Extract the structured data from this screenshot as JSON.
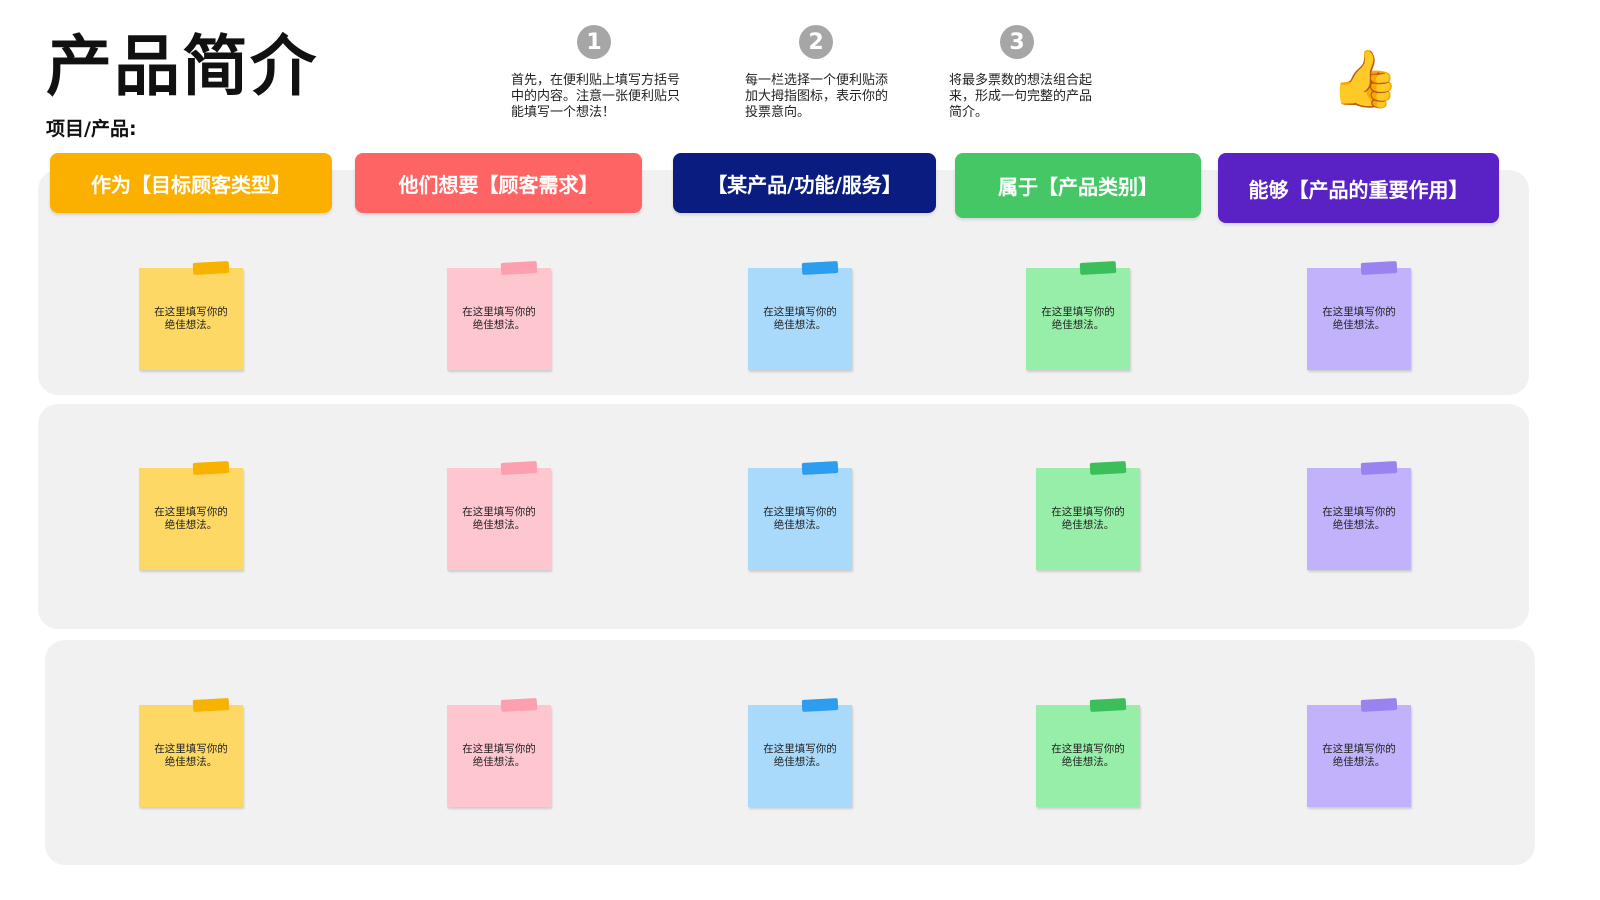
{
  "header": {
    "title": "产品简介",
    "subtitle": "项目/产品:",
    "thumb_icon": "thumbs-up-icon"
  },
  "steps": [
    {
      "number": "1",
      "text": "首先，在便利贴上填写方括号中的内容。注意一张便利贴只能填写一个想法！"
    },
    {
      "number": "2",
      "text": "每一栏选择一个便利贴添加大拇指图标，表示你的投票意向。"
    },
    {
      "number": "3",
      "text": "将最多票数的想法组合起来，形成一句完整的产品简介。"
    }
  ],
  "columns": [
    {
      "label": "作为【目标顾客类型】",
      "color": "#fbb000",
      "note_color": "#fdd865",
      "tape_color": "#f7b300"
    },
    {
      "label": "他们想要【顾客需求】",
      "color": "#ff6464",
      "note_color": "#fec6cf",
      "tape_color": "#fc9fae"
    },
    {
      "label": "【某产品/功能/服务】",
      "color": "#0b1c80",
      "note_color": "#a9dafc",
      "tape_color": "#2d9df0"
    },
    {
      "label": "属于【产品类别】",
      "color": "#44c764",
      "note_color": "#97eea8",
      "tape_color": "#3cbf5a"
    },
    {
      "label": "能够【产品的重要作用】",
      "color": "#5a21c5",
      "note_color": "#c1b2fb",
      "tape_color": "#9a83f0"
    }
  ],
  "notes": {
    "placeholder": "在这里填写你的绝佳想法。"
  }
}
